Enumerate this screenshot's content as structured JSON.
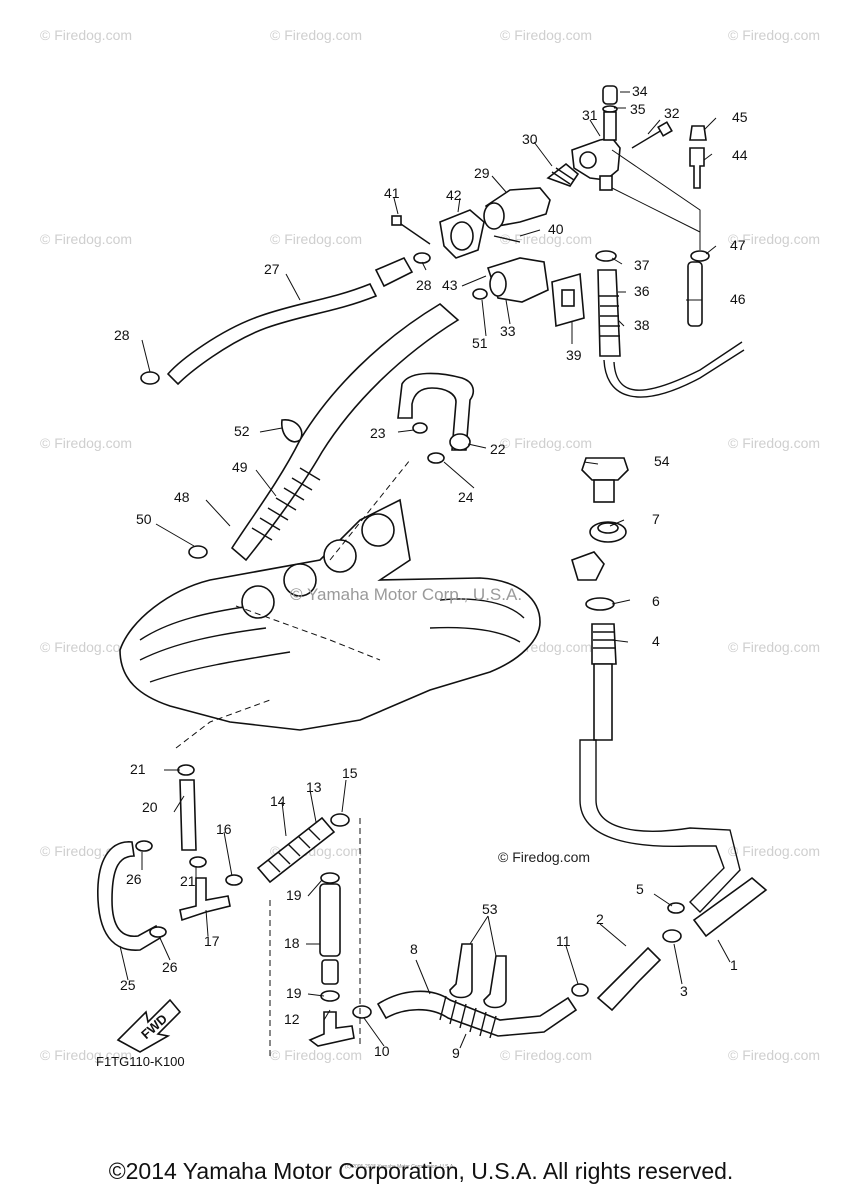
{
  "watermark": {
    "text": "© Firedog.com"
  },
  "center_watermark": "© Yamaha Motor Corp., U.S.A.",
  "callout_text": "© Firedog.com",
  "diagram_code": "F1TG110-K100",
  "fwd_label": "FWD",
  "tiny_notice": "(c) 2005-2015 Yamaha Motor Corporation, U.S.A.",
  "copyright": "©2014 Yamaha Motor Corporation, U.S.A. All rights reserved.",
  "part_numbers": [
    "34",
    "35",
    "31",
    "32",
    "45",
    "30",
    "44",
    "29",
    "41",
    "42",
    "40",
    "47",
    "27",
    "28",
    "43",
    "37",
    "36",
    "46",
    "28",
    "51",
    "33",
    "38",
    "39",
    "52",
    "23",
    "22",
    "54",
    "49",
    "24",
    "48",
    "7",
    "50",
    "6",
    "4",
    "21",
    "15",
    "20",
    "14",
    "13",
    "16",
    "26",
    "21",
    "19",
    "5",
    "2",
    "17",
    "53",
    "11",
    "18",
    "8",
    "3",
    "1",
    "25",
    "26",
    "19",
    "12",
    "10",
    "9"
  ]
}
